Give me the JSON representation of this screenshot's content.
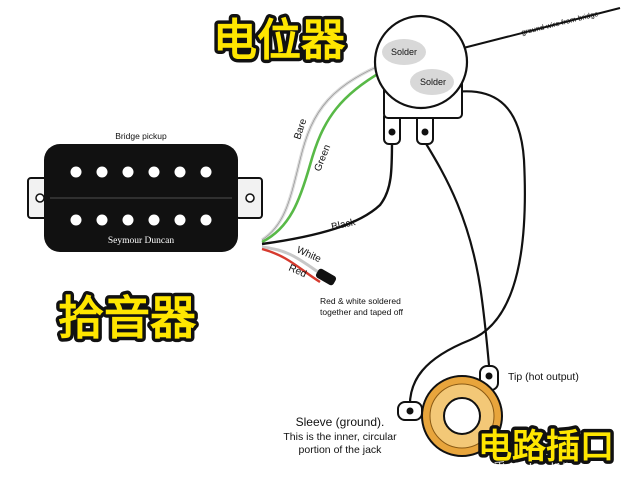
{
  "title_labels": {
    "potentiometer": "电位器",
    "pickup": "拾音器",
    "jack": "电路插口"
  },
  "pickup": {
    "caption": "Bridge pickup",
    "brand": "Seymour Duncan"
  },
  "pot": {
    "solder_top": "Solder",
    "solder_side": "Solder",
    "ground_wire_note": "ground wire from bridge"
  },
  "wires": {
    "bare": "Bare",
    "green": "Green",
    "black": "Black",
    "white": "White",
    "red": "Red"
  },
  "notes": {
    "red_white_line1": "Red & white soldered",
    "red_white_line2": "together and taped off",
    "tip": "Tip (hot output)",
    "sleeve_line1": "Sleeve (ground).",
    "sleeve_line2": "This is the inner, circular",
    "sleeve_line3": "portion of the jack"
  },
  "watermark": "知乎 @HandAll",
  "colors": {
    "label_fill": "#ffe600",
    "wire_green": "#58b947",
    "wire_red": "#d63a2e",
    "jack_ring": "#e8a53c"
  }
}
